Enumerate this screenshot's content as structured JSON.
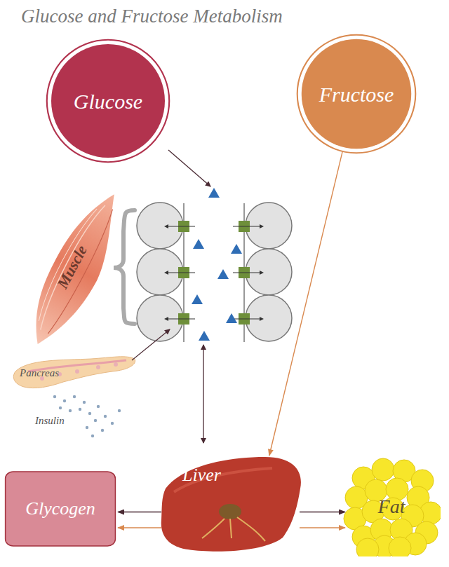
{
  "diagram": {
    "title": "Glucose and Fructose Metabolism",
    "nodes": [
      {
        "text": [
          "Glucose"
        ]
      },
      {
        "text": [
          "Fructose"
        ]
      },
      {
        "text": [
          "Liver"
        ]
      },
      {
        "text": [
          "Glycogen"
        ]
      },
      {
        "text": [
          "Fat"
        ]
      }
    ],
    "edges": [
      {
        "from": 1,
        "to": 2,
        "arrow": "to"
      },
      {
        "from": 2,
        "to": 3,
        "arrow": "to"
      },
      {
        "from": 2,
        "to": 3,
        "arrow": "to"
      },
      {
        "from": 2,
        "to": 4,
        "arrow": "to"
      },
      {
        "from": 2,
        "to": 4,
        "arrow": "to"
      }
    ],
    "labels": [
      "Muscle",
      "Pancreas",
      "Insulin"
    ]
  }
}
